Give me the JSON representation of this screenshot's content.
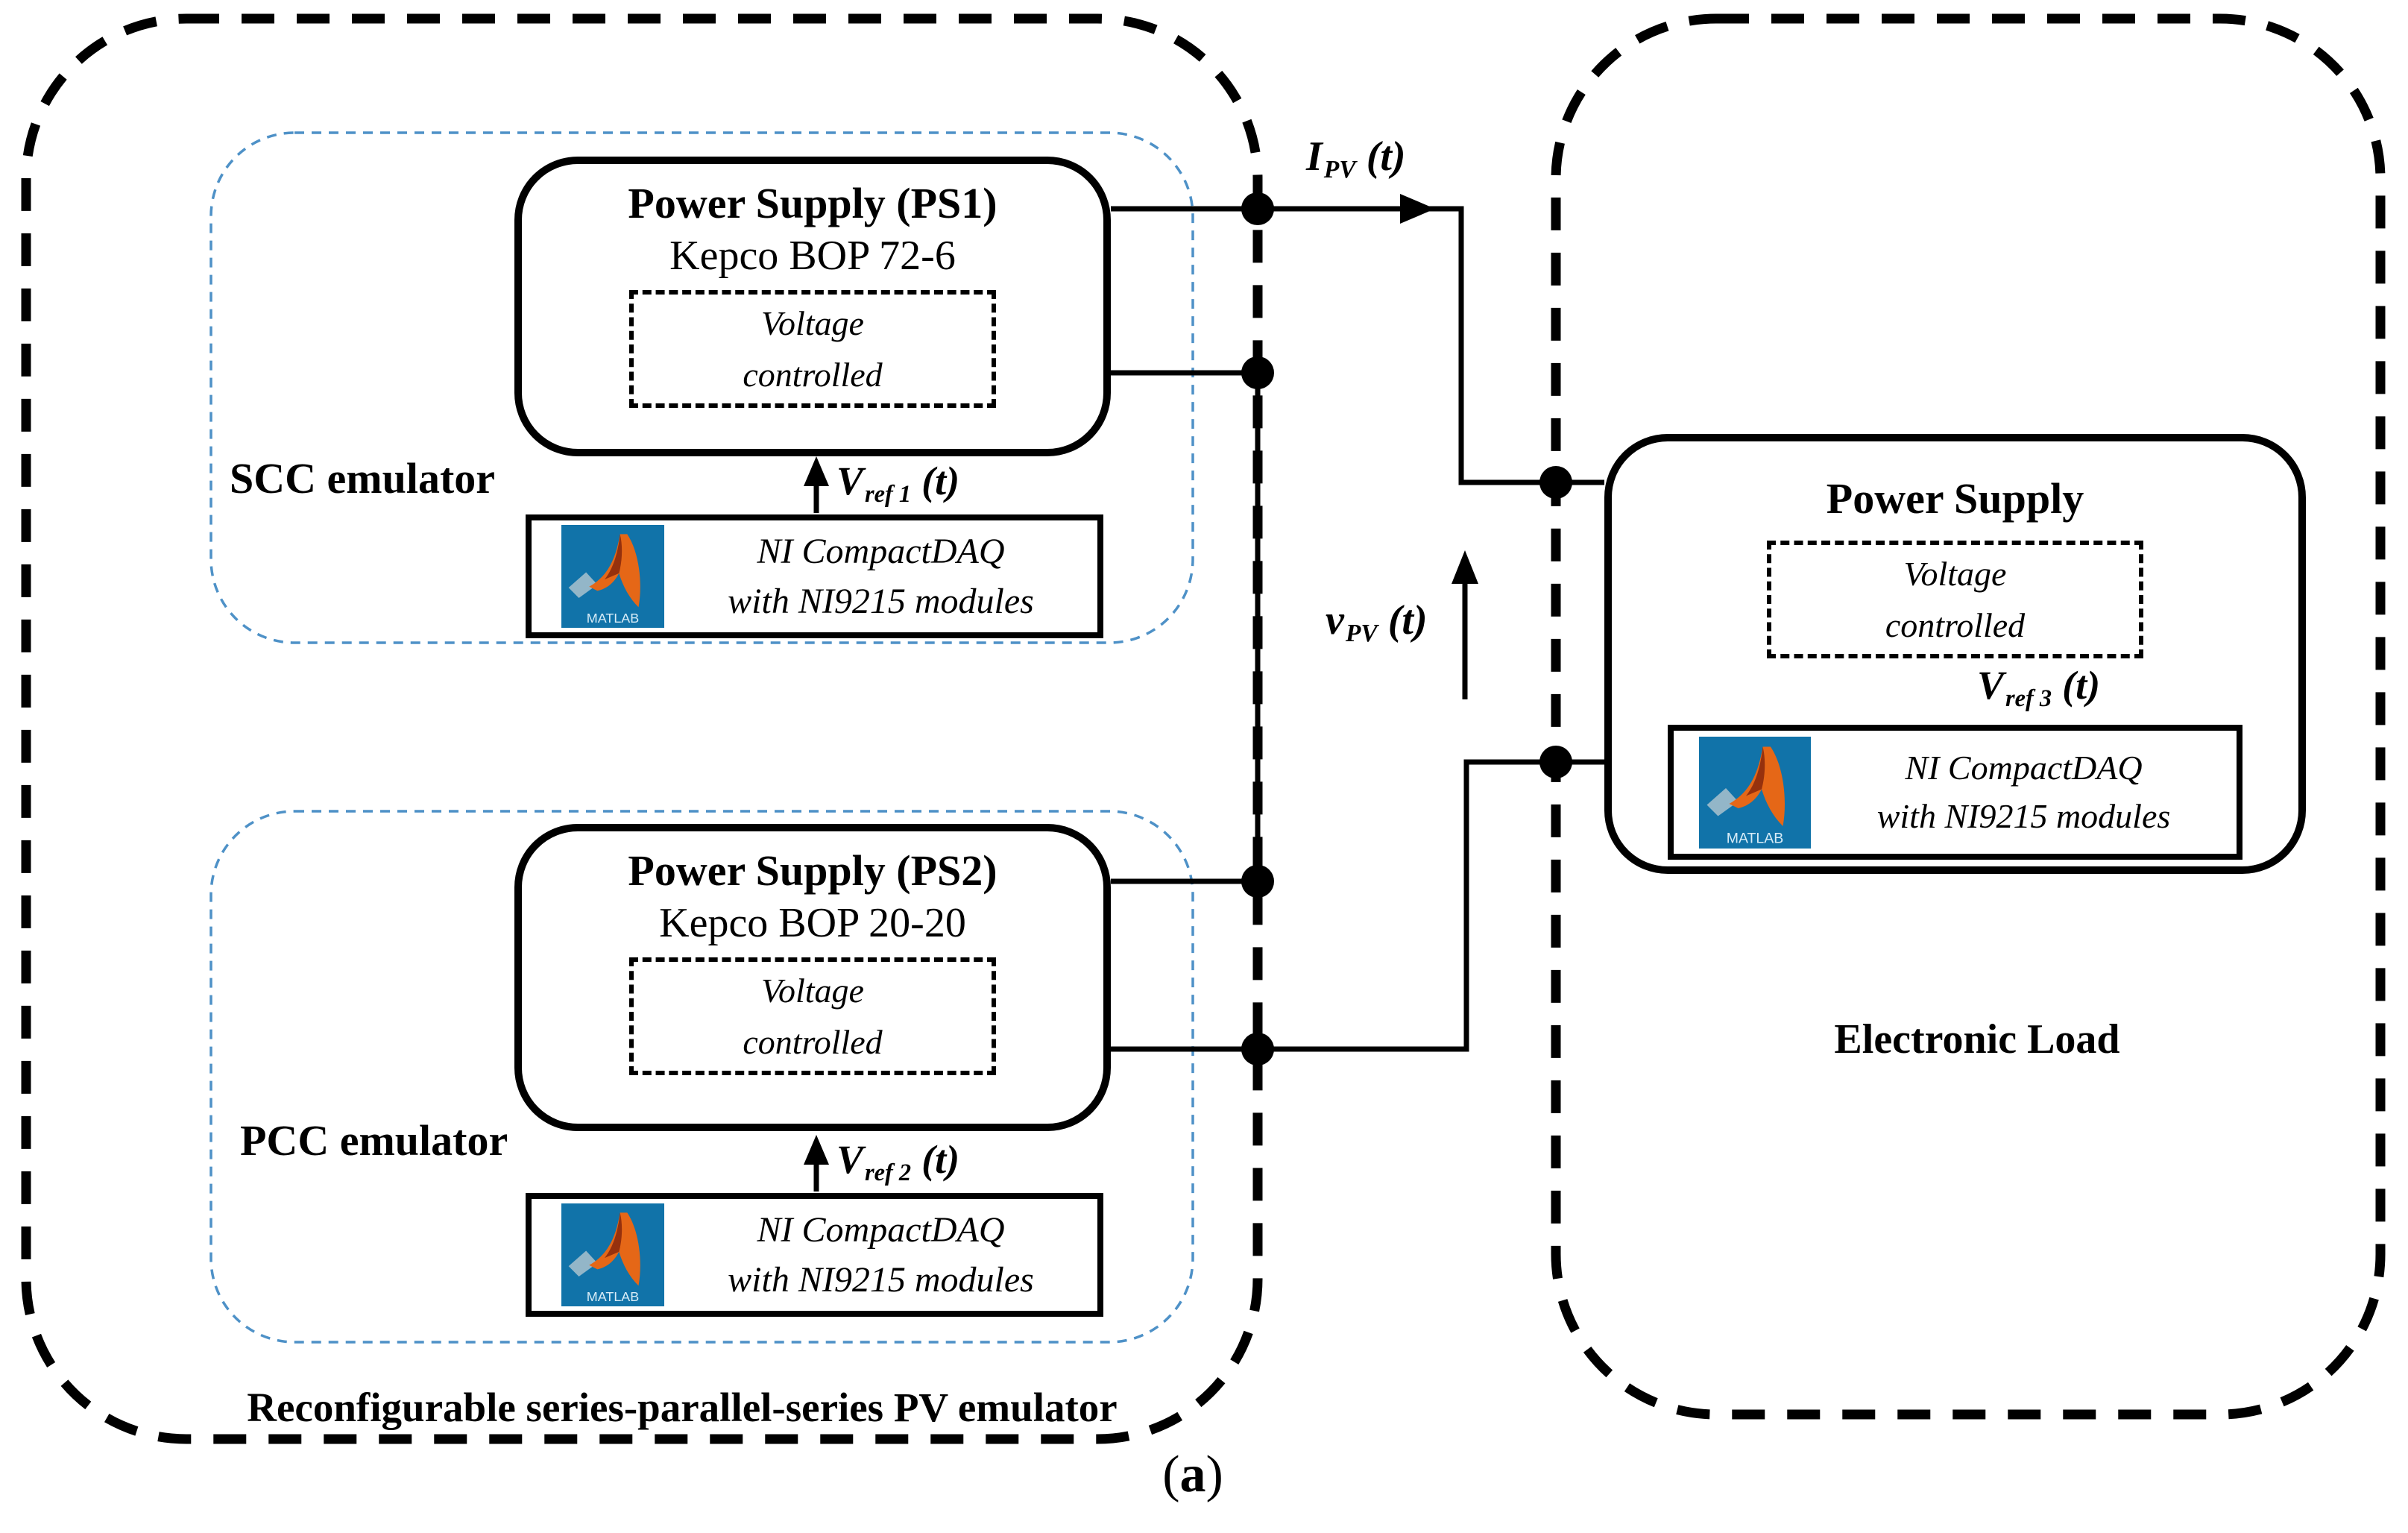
{
  "figure_label": {
    "open": "(",
    "letter": "a",
    "close": ")"
  },
  "colors": {
    "wire": "#000000",
    "emulator_outline_blue": "#4e91c7",
    "matlab_icon_blue": "#1173a9"
  },
  "pv_emulator": {
    "caption": "Reconfigurable series-parallel-series PV emulator",
    "scc": {
      "label": "SCC emulator",
      "power_supply": {
        "title": "Power Supply (PS1)",
        "model": "Kepco BOP 72-6",
        "mode": {
          "line1": "Voltage",
          "line2": "controlled"
        }
      },
      "vref": {
        "base": "V",
        "sub": "ref 1",
        "arg": "(t)"
      },
      "daq": {
        "icon_label": "MATLAB",
        "line1": "NI CompactDAQ",
        "line2": "with NI9215 modules"
      }
    },
    "pcc": {
      "label": "PCC emulator",
      "power_supply": {
        "title": "Power Supply (PS2)",
        "model": "Kepco BOP 20-20",
        "mode": {
          "line1": "Voltage",
          "line2": "controlled"
        }
      },
      "vref": {
        "base": "V",
        "sub": "ref 2",
        "arg": "(t)"
      },
      "daq": {
        "icon_label": "MATLAB",
        "line1": "NI CompactDAQ",
        "line2": "with NI9215 modules"
      }
    }
  },
  "electronic_load": {
    "caption": "Electronic Load",
    "power_supply": {
      "title": "Power Supply",
      "mode": {
        "line1": "Voltage",
        "line2": "controlled"
      }
    },
    "vref": {
      "base": "V",
      "sub": "ref 3",
      "arg": "(t)"
    },
    "daq": {
      "icon_label": "MATLAB",
      "line1": "NI CompactDAQ",
      "line2": "with NI9215 modules"
    }
  },
  "signals": {
    "current": {
      "base": "I",
      "sub": "PV",
      "arg": "(t)"
    },
    "voltage": {
      "base": "v",
      "sub": "PV",
      "arg": "(t)"
    }
  }
}
